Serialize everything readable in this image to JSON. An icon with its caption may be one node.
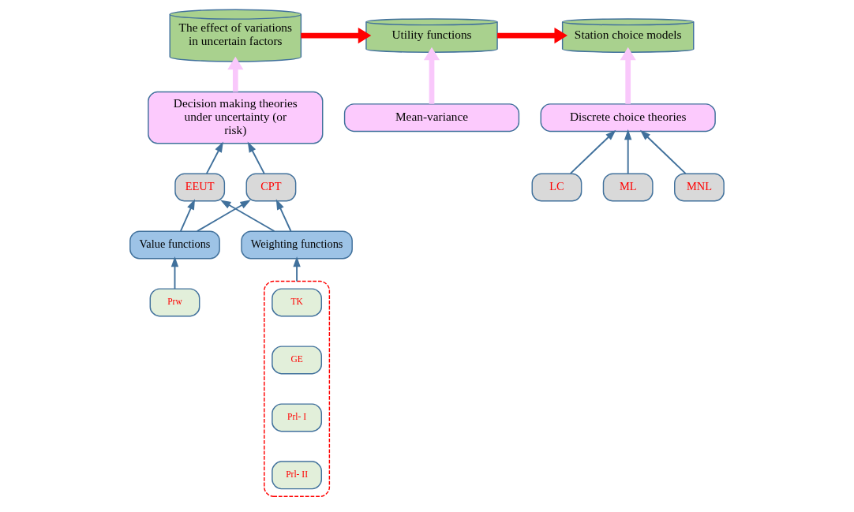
{
  "diagram": {
    "nodes": [
      {
        "text": [
          "The effect of variations in uncertain factors"
        ]
      },
      {
        "text": [
          "Utility functions"
        ]
      },
      {
        "text": [
          "Station choice models"
        ]
      },
      {
        "text": [
          "Decision making theories under uncertainty (or risk)"
        ]
      },
      {
        "text": [
          "Mean-variance"
        ]
      },
      {
        "text": [
          "Discrete choice theories"
        ]
      },
      {
        "text": [
          "EEUT"
        ]
      },
      {
        "text": [
          "CPT"
        ]
      },
      {
        "text": [],
        "shape": "box"
      },
      {
        "text": [
          "TK"
        ],
        "in": 8
      },
      {
        "text": [
          "GE"
        ],
        "in": 8
      },
      {
        "text": [
          "Prl- I"
        ],
        "in": 8
      },
      {
        "text": [
          "Prl- II"
        ],
        "in": 8
      },
      {
        "text": [
          "MNL"
        ]
      },
      {
        "text": [
          "LC"
        ]
      },
      {
        "text": [
          "ML"
        ]
      },
      {
        "text": [
          "Value functions"
        ]
      },
      {
        "text": [
          "Weighting functions"
        ]
      },
      {
        "text": [
          "Prw"
        ]
      }
    ],
    "edges": [
      {
        "from": 0,
        "to": 1,
        "arrow": "to",
        "style": "thick",
        "color": "#ff0000"
      },
      {
        "from": 1,
        "to": 2,
        "arrow": "to",
        "style": "thick",
        "color": "#ff0000"
      },
      {
        "from": 3,
        "to": 0,
        "arrow": "to",
        "style": "thick",
        "color": "#f9c8fb"
      },
      {
        "from": 4,
        "to": 1,
        "arrow": "to",
        "style": "thick",
        "color": "#f9c8fb"
      },
      {
        "from": 5,
        "to": 2,
        "arrow": "to",
        "style": "thick",
        "color": "#f9c8fb"
      },
      {
        "from": 6,
        "to": 3,
        "arrow": "to"
      },
      {
        "from": 7,
        "to": 3,
        "arrow": "to"
      },
      {
        "from": 16,
        "to": 6,
        "arrow": "to"
      },
      {
        "from": 16,
        "to": 7,
        "arrow": "to"
      },
      {
        "from": 17,
        "to": 6,
        "arrow": "to"
      },
      {
        "from": 17,
        "to": 7,
        "arrow": "to"
      },
      {
        "from": 8,
        "to": 17,
        "arrow": "to"
      },
      {
        "from": 18,
        "to": 16,
        "arrow": "to"
      },
      {
        "from": 13,
        "to": 5,
        "arrow": "to"
      },
      {
        "from": 14,
        "to": 5,
        "arrow": "to"
      },
      {
        "from": 15,
        "to": 5,
        "arrow": "to"
      }
    ]
  }
}
